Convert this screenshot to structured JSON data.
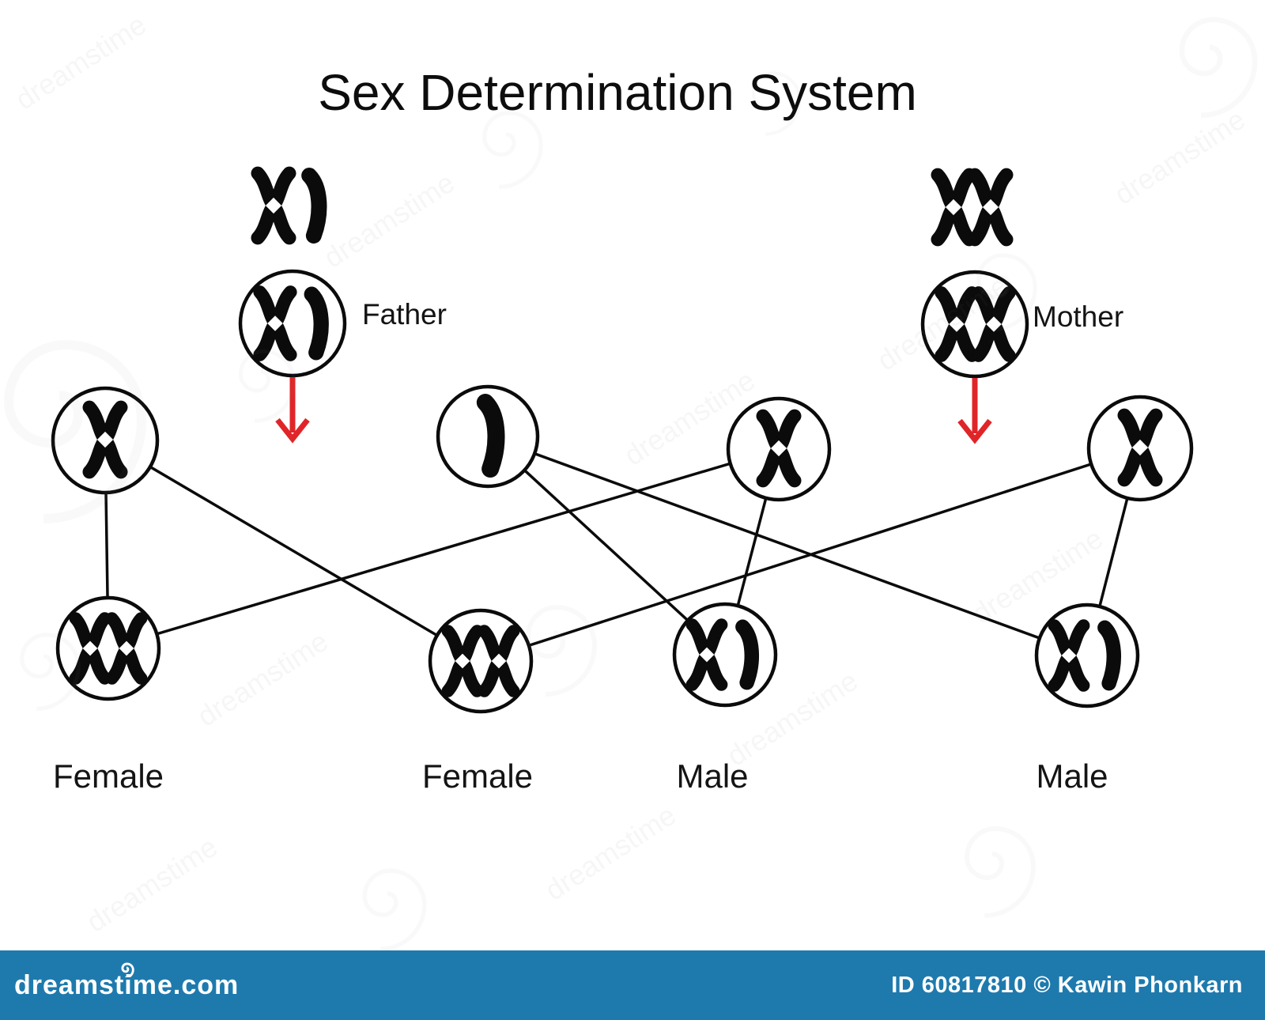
{
  "title": "Sex Determination System",
  "parents": {
    "father": {
      "label": "Father",
      "karyotype": "XY"
    },
    "mother": {
      "label": "Mother",
      "karyotype": "XX"
    }
  },
  "gametes": [
    {
      "parent": "father",
      "chromosome": "X"
    },
    {
      "parent": "father",
      "chromosome": "Y"
    },
    {
      "parent": "mother",
      "chromosome": "X"
    },
    {
      "parent": "mother",
      "chromosome": "X"
    }
  ],
  "offspring": [
    {
      "karyotype": "XX",
      "sex_label": "Female"
    },
    {
      "karyotype": "XX",
      "sex_label": "Female"
    },
    {
      "karyotype": "XY",
      "sex_label": "Male"
    },
    {
      "karyotype": "XY",
      "sex_label": "Male"
    }
  ],
  "connections": [
    {
      "from": "father-gamete-x",
      "to": "offspring-1"
    },
    {
      "from": "father-gamete-x",
      "to": "offspring-2"
    },
    {
      "from": "father-gamete-y",
      "to": "offspring-3"
    },
    {
      "from": "father-gamete-y",
      "to": "offspring-4"
    },
    {
      "from": "mother-gamete-x1",
      "to": "offspring-1"
    },
    {
      "from": "mother-gamete-x1",
      "to": "offspring-3"
    },
    {
      "from": "mother-gamete-x2",
      "to": "offspring-2"
    },
    {
      "from": "mother-gamete-x2",
      "to": "offspring-4"
    }
  ],
  "colors": {
    "arrow_red": "#e02529",
    "ink_black": "#0b0b0b",
    "bar_blue": "#1e7aad"
  },
  "watermark": {
    "text": "dreamstime",
    "logo": "dreamstime.com",
    "credit": "ID 60817810 © Kawin Phonkarn"
  }
}
